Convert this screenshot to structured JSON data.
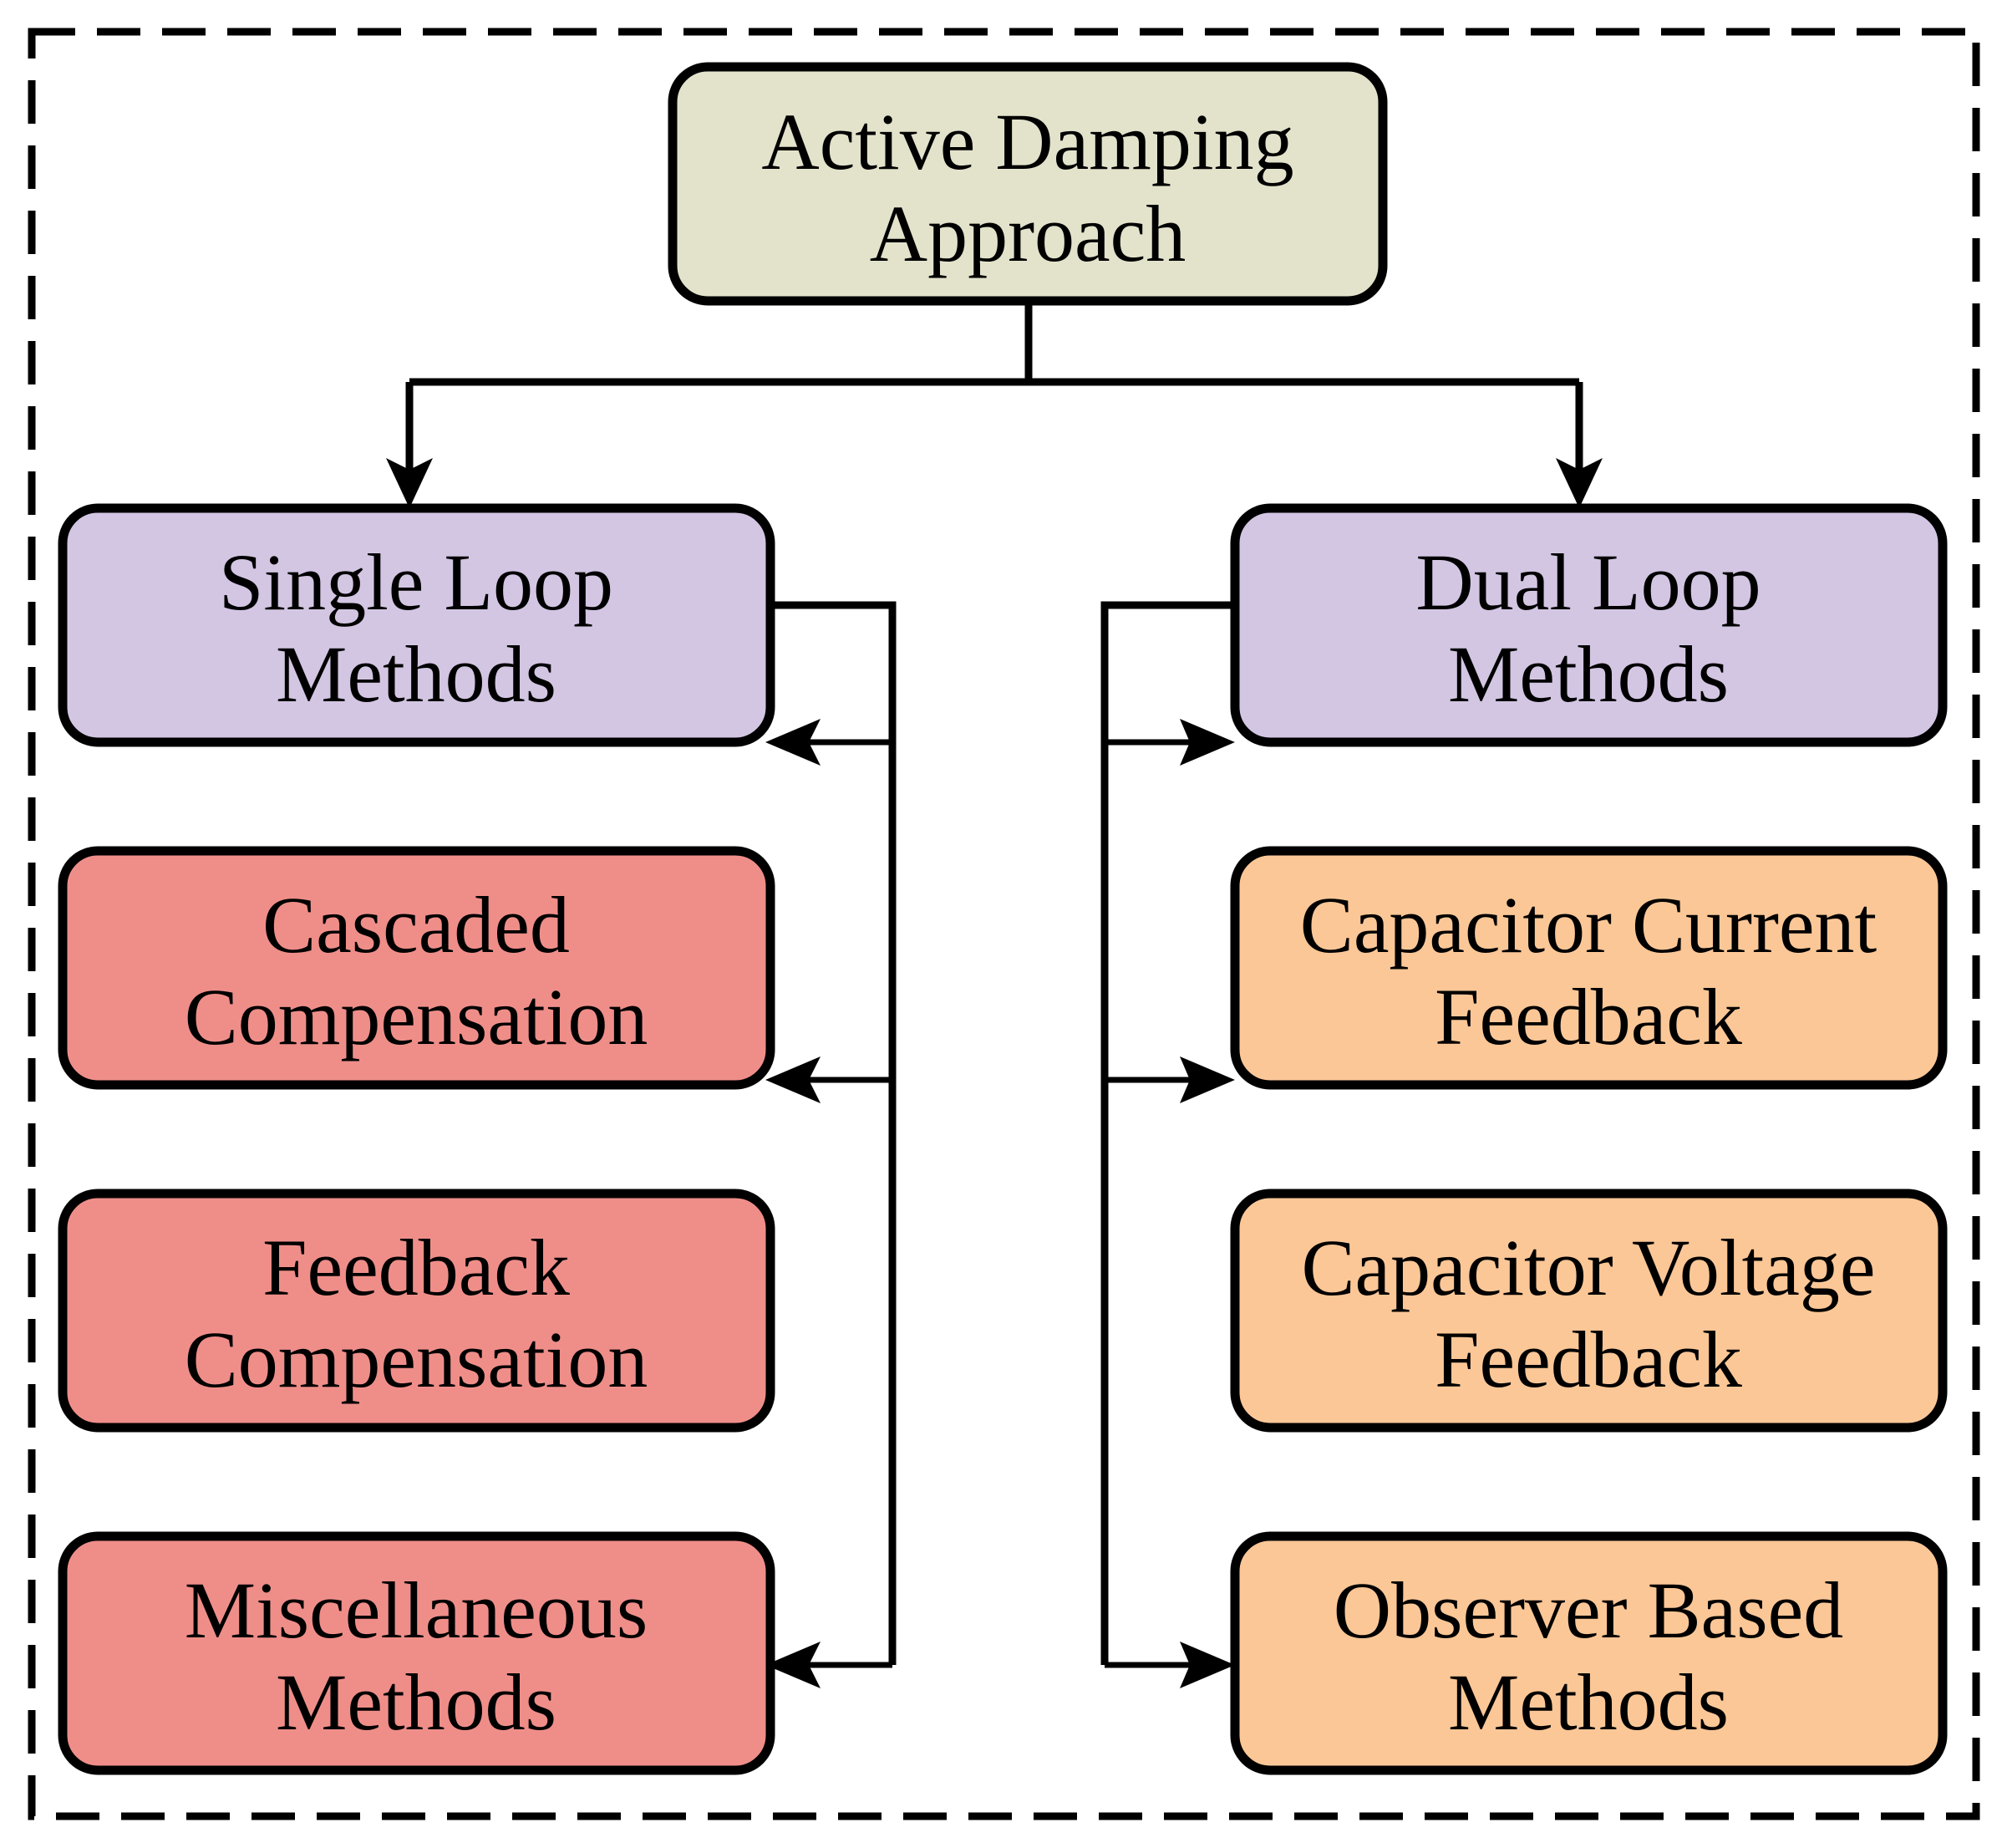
{
  "diagram": {
    "title": "Active Damping Approach",
    "frame": {
      "style": "dashed",
      "color": "#000000"
    },
    "palette": {
      "root_fill": "#E3E3CC",
      "branch_fill": "#D3C6E3",
      "left_leaf_fill": "#EF8E89",
      "right_leaf_fill": "#FBC797",
      "stroke": "#000000",
      "background": "#FFFFFF"
    },
    "nodes": {
      "root": {
        "id": "active-damping-approach",
        "line1": "Active Damping",
        "line2": "Approach",
        "fill": "#E3E3CC"
      },
      "branch_left": {
        "id": "single-loop-methods",
        "line1": "Single Loop",
        "line2": "Methods",
        "fill": "#D3C6E3"
      },
      "branch_right": {
        "id": "dual-loop-methods",
        "line1": "Dual Loop",
        "line2": "Methods",
        "fill": "#D3C6E3"
      },
      "left_leaves": [
        {
          "id": "cascaded-compensation",
          "line1": "Cascaded",
          "line2": "Compensation",
          "fill": "#EF8E89"
        },
        {
          "id": "feedback-compensation",
          "line1": "Feedback",
          "line2": "Compensation",
          "fill": "#EF8E89"
        },
        {
          "id": "miscellaneous-methods",
          "line1": "Miscellaneous",
          "line2": "Methods",
          "fill": "#EF8E89"
        }
      ],
      "right_leaves": [
        {
          "id": "capacitor-current-feedback",
          "line1": "Capacitor Current",
          "line2": "Feedback",
          "fill": "#FBC797"
        },
        {
          "id": "capacitor-voltage-feedback",
          "line1": "Capacitor Voltage",
          "line2": "Feedback",
          "fill": "#FBC797"
        },
        {
          "id": "observer-based-methods",
          "line1": "Observer Based",
          "line2": "Methods",
          "fill": "#FBC797"
        }
      ]
    },
    "edges": [
      {
        "id": "root-to-single-loop",
        "from": "active-damping-approach",
        "to": "single-loop-methods",
        "arrow": "down"
      },
      {
        "id": "root-to-dual-loop",
        "from": "active-damping-approach",
        "to": "dual-loop-methods",
        "arrow": "down"
      },
      {
        "id": "single-loop-to-cascaded-compensation",
        "from": "single-loop-methods",
        "to": "cascaded-compensation",
        "arrow": "left"
      },
      {
        "id": "single-loop-to-feedback-compensation",
        "from": "single-loop-methods",
        "to": "feedback-compensation",
        "arrow": "left"
      },
      {
        "id": "single-loop-to-miscellaneous-methods",
        "from": "single-loop-methods",
        "to": "miscellaneous-methods",
        "arrow": "left"
      },
      {
        "id": "dual-loop-to-capacitor-current-feedback",
        "from": "dual-loop-methods",
        "to": "capacitor-current-feedback",
        "arrow": "right"
      },
      {
        "id": "dual-loop-to-capacitor-voltage-feedback",
        "from": "dual-loop-methods",
        "to": "capacitor-voltage-feedback",
        "arrow": "right"
      },
      {
        "id": "dual-loop-to-observer-based-methods",
        "from": "dual-loop-methods",
        "to": "observer-based-methods",
        "arrow": "right"
      }
    ]
  }
}
